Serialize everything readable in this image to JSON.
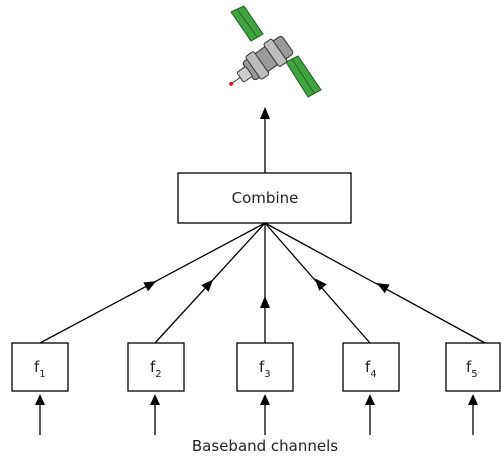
{
  "combine_label": "Combine",
  "filters": [
    {
      "base": "f",
      "sub": "1"
    },
    {
      "base": "f",
      "sub": "2"
    },
    {
      "base": "f",
      "sub": "3"
    },
    {
      "base": "f",
      "sub": "4"
    },
    {
      "base": "f",
      "sub": "5"
    }
  ],
  "caption": "Baseband channels",
  "colors": {
    "stroke": "#000000",
    "solar_panel": "#3fa33f",
    "satellite_body": "#9a9a9a"
  }
}
